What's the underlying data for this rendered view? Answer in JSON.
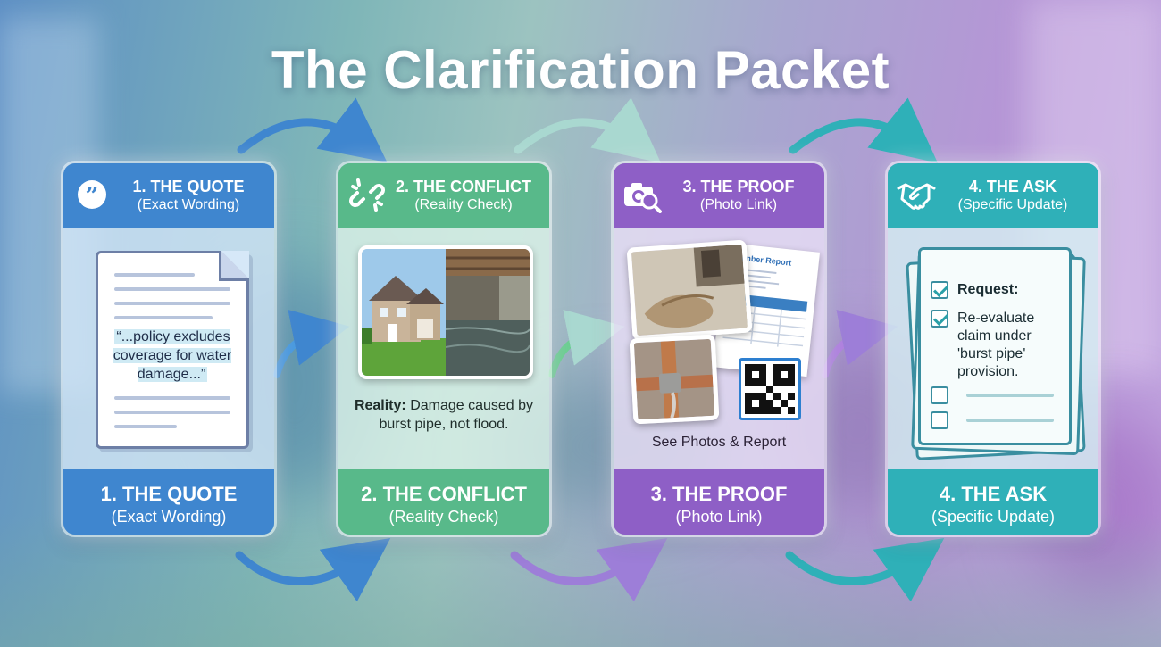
{
  "title": "The Clarification Packet",
  "cards": [
    {
      "head_title": "1. THE QUOTE",
      "head_sub": "(Exact Wording)",
      "foot_title": "1. THE QUOTE",
      "foot_sub": "(Exact Wording)",
      "icon": "quote-bubble-icon",
      "quote": "“...policy excludes coverage for water damage...”",
      "color": "#3f86cf"
    },
    {
      "head_title": "2. THE CONFLICT",
      "head_sub": "(Reality Check)",
      "foot_title": "2. THE CONFLICT",
      "foot_sub": "(Reality Check)",
      "icon": "broken-link-icon",
      "reality_label": "Reality:",
      "reality_text": "Damage caused by burst pipe, not flood.",
      "color": "#58b98a"
    },
    {
      "head_title": "3. THE PROOF",
      "head_sub": "(Photo Link)",
      "foot_title": "3. THE PROOF",
      "foot_sub": "(Photo Link)",
      "icon": "camera-search-icon",
      "report_title": "Plumber Report",
      "caption": "See Photos & Report",
      "color": "#8e5fc6"
    },
    {
      "head_title": "4. THE ASK",
      "head_sub": "(Specific Update)",
      "foot_title": "4. THE ASK",
      "foot_sub": "(Specific Update)",
      "icon": "handshake-icon",
      "request_label": "Request:",
      "request_text": "Re-evaluate claim under 'burst pipe' provision.",
      "color": "#2fb0b8"
    }
  ]
}
